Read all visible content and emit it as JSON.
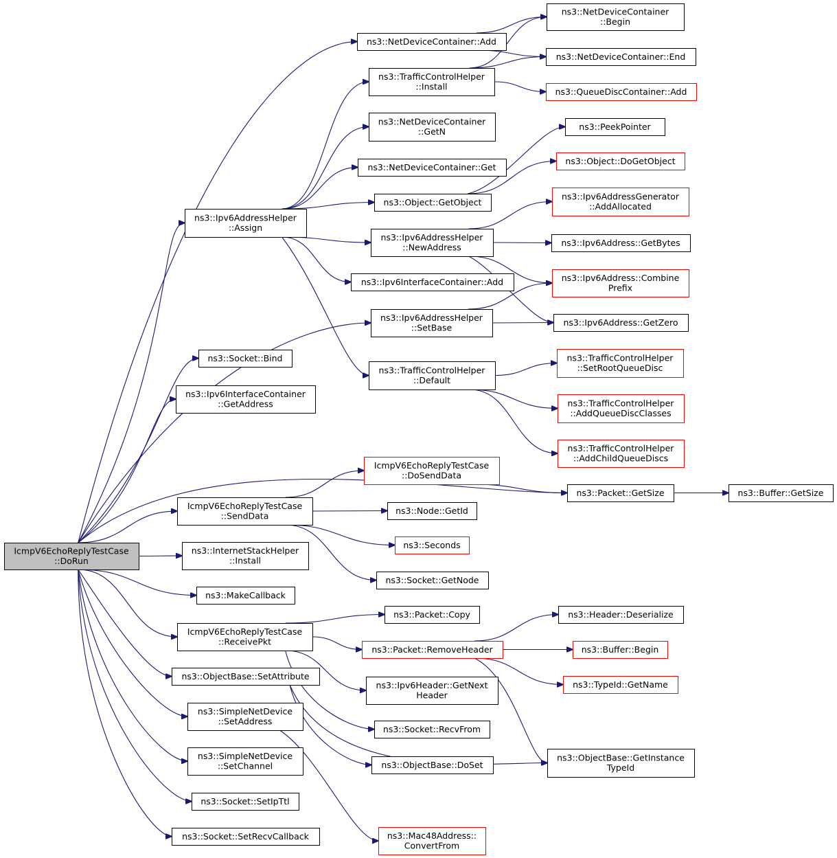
{
  "colors": {
    "edge": "#191970",
    "node_border_normal": "#000000",
    "node_border_incomplete": "#ff0000",
    "root_fill": "#bfbfbf",
    "node_fill": "#ffffff"
  },
  "graph": {
    "root": "dorun",
    "nodes": [
      {
        "id": "dorun",
        "lines": [
          "IcmpV6EchoReplyTestCase",
          "::DoRun"
        ],
        "style": "root"
      },
      {
        "id": "ndc_add",
        "lines": [
          "ns3::NetDeviceContainer::Add"
        ],
        "style": "normal"
      },
      {
        "id": "ndc_begin",
        "lines": [
          "ns3::NetDeviceContainer",
          "::Begin"
        ],
        "style": "normal"
      },
      {
        "id": "ndc_end",
        "lines": [
          "ns3::NetDeviceContainer::End"
        ],
        "style": "normal"
      },
      {
        "id": "tch_install",
        "lines": [
          "ns3::TrafficControlHelper",
          "::Install"
        ],
        "style": "normal"
      },
      {
        "id": "qdc_add",
        "lines": [
          "ns3::QueueDiscContainer::Add"
        ],
        "style": "incomplete"
      },
      {
        "id": "ndc_getn",
        "lines": [
          "ns3::NetDeviceContainer",
          "::GetN"
        ],
        "style": "normal"
      },
      {
        "id": "peekpointer",
        "lines": [
          "ns3::PeekPointer"
        ],
        "style": "normal"
      },
      {
        "id": "ndc_get",
        "lines": [
          "ns3::NetDeviceContainer::Get"
        ],
        "style": "normal"
      },
      {
        "id": "obj_dogetobject",
        "lines": [
          "ns3::Object::DoGetObject"
        ],
        "style": "incomplete"
      },
      {
        "id": "obj_getobject",
        "lines": [
          "ns3::Object::GetObject"
        ],
        "style": "normal"
      },
      {
        "id": "iag_addallocated",
        "lines": [
          "ns3::Ipv6AddressGenerator",
          "::AddAllocated"
        ],
        "style": "incomplete"
      },
      {
        "id": "iah_assign",
        "lines": [
          "ns3::Ipv6AddressHelper",
          "::Assign"
        ],
        "style": "normal"
      },
      {
        "id": "iah_newaddress",
        "lines": [
          "ns3::Ipv6AddressHelper",
          "::NewAddress"
        ],
        "style": "normal"
      },
      {
        "id": "ia_getbytes",
        "lines": [
          "ns3::Ipv6Address::GetBytes"
        ],
        "style": "normal"
      },
      {
        "id": "iic_add",
        "lines": [
          "ns3::Ipv6InterfaceContainer::Add"
        ],
        "style": "normal"
      },
      {
        "id": "ia_combineprefix",
        "lines": [
          "ns3::Ipv6Address::Combine",
          "Prefix"
        ],
        "style": "incomplete"
      },
      {
        "id": "iah_setbase",
        "lines": [
          "ns3::Ipv6AddressHelper",
          "::SetBase"
        ],
        "style": "normal"
      },
      {
        "id": "ia_getzero",
        "lines": [
          "ns3::Ipv6Address::GetZero"
        ],
        "style": "normal"
      },
      {
        "id": "socket_bind",
        "lines": [
          "ns3::Socket::Bind"
        ],
        "style": "normal"
      },
      {
        "id": "tch_setrootqueuedisc",
        "lines": [
          "ns3::TrafficControlHelper",
          "::SetRootQueueDisc"
        ],
        "style": "incomplete"
      },
      {
        "id": "tch_default",
        "lines": [
          "ns3::TrafficControlHelper",
          "::Default"
        ],
        "style": "normal"
      },
      {
        "id": "iic_getaddress",
        "lines": [
          "ns3::Ipv6InterfaceContainer",
          "::GetAddress"
        ],
        "style": "normal"
      },
      {
        "id": "tch_addqueuediscclasses",
        "lines": [
          "ns3::TrafficControlHelper",
          "::AddQueueDiscClasses"
        ],
        "style": "incomplete"
      },
      {
        "id": "tch_addchildqueuediscs",
        "lines": [
          "ns3::TrafficControlHelper",
          "::AddChildQueueDiscs"
        ],
        "style": "incomplete"
      },
      {
        "id": "dosenddata",
        "lines": [
          "IcmpV6EchoReplyTestCase",
          "::DoSendData"
        ],
        "style": "incomplete"
      },
      {
        "id": "packet_getsize",
        "lines": [
          "ns3::Packet::GetSize"
        ],
        "style": "normal"
      },
      {
        "id": "buffer_getsize",
        "lines": [
          "ns3::Buffer::GetSize"
        ],
        "style": "normal"
      },
      {
        "id": "senddata",
        "lines": [
          "IcmpV6EchoReplyTestCase",
          "::SendData"
        ],
        "style": "normal"
      },
      {
        "id": "node_getid",
        "lines": [
          "ns3::Node::GetId"
        ],
        "style": "normal"
      },
      {
        "id": "seconds",
        "lines": [
          "ns3::Seconds"
        ],
        "style": "incomplete"
      },
      {
        "id": "ish_install",
        "lines": [
          "ns3::InternetStackHelper",
          "::Install"
        ],
        "style": "normal"
      },
      {
        "id": "socket_getnode",
        "lines": [
          "ns3::Socket::GetNode"
        ],
        "style": "normal"
      },
      {
        "id": "makecallback",
        "lines": [
          "ns3::MakeCallback"
        ],
        "style": "normal"
      },
      {
        "id": "packet_copy",
        "lines": [
          "ns3::Packet::Copy"
        ],
        "style": "normal"
      },
      {
        "id": "header_deserialize",
        "lines": [
          "ns3::Header::Deserialize"
        ],
        "style": "normal"
      },
      {
        "id": "receivepkt",
        "lines": [
          "IcmpV6EchoReplyTestCase",
          "::ReceivePkt"
        ],
        "style": "normal"
      },
      {
        "id": "packet_removeheader",
        "lines": [
          "ns3::Packet::RemoveHeader"
        ],
        "style": "incomplete"
      },
      {
        "id": "buffer_begin",
        "lines": [
          "ns3::Buffer::Begin"
        ],
        "style": "incomplete"
      },
      {
        "id": "ob_setattribute",
        "lines": [
          "ns3::ObjectBase::SetAttribute"
        ],
        "style": "normal"
      },
      {
        "id": "typeid_getname",
        "lines": [
          "ns3::TypeId::GetName"
        ],
        "style": "incomplete"
      },
      {
        "id": "ih_getnextheader",
        "lines": [
          "ns3::Ipv6Header::GetNext",
          "Header"
        ],
        "style": "normal"
      },
      {
        "id": "snd_setaddress",
        "lines": [
          "ns3::SimpleNetDevice",
          "::SetAddress"
        ],
        "style": "normal"
      },
      {
        "id": "socket_recvfrom",
        "lines": [
          "ns3::Socket::RecvFrom"
        ],
        "style": "normal"
      },
      {
        "id": "snd_setchannel",
        "lines": [
          "ns3::SimpleNetDevice",
          "::SetChannel"
        ],
        "style": "normal"
      },
      {
        "id": "ob_doset",
        "lines": [
          "ns3::ObjectBase::DoSet"
        ],
        "style": "normal"
      },
      {
        "id": "ob_getinstancetypeid",
        "lines": [
          "ns3::ObjectBase::GetInstance",
          "TypeId"
        ],
        "style": "normal"
      },
      {
        "id": "socket_setipttl",
        "lines": [
          "ns3::Socket::SetIpTtl"
        ],
        "style": "normal"
      },
      {
        "id": "mac48_convertfrom",
        "lines": [
          "ns3::Mac48Address::",
          "ConvertFrom"
        ],
        "style": "incomplete"
      },
      {
        "id": "socket_setrecvcallback",
        "lines": [
          "ns3::Socket::SetRecvCallback"
        ],
        "style": "normal"
      }
    ],
    "edges": [
      [
        "dorun",
        "ndc_add"
      ],
      [
        "dorun",
        "iah_assign"
      ],
      [
        "dorun",
        "iah_setbase"
      ],
      [
        "dorun",
        "socket_bind"
      ],
      [
        "dorun",
        "iic_getaddress"
      ],
      [
        "dorun",
        "packet_getsize"
      ],
      [
        "dorun",
        "senddata"
      ],
      [
        "dorun",
        "ish_install"
      ],
      [
        "dorun",
        "makecallback"
      ],
      [
        "dorun",
        "receivepkt"
      ],
      [
        "dorun",
        "ob_setattribute"
      ],
      [
        "dorun",
        "snd_setaddress"
      ],
      [
        "dorun",
        "snd_setchannel"
      ],
      [
        "dorun",
        "socket_setipttl"
      ],
      [
        "dorun",
        "socket_setrecvcallback"
      ],
      [
        "ndc_add",
        "ndc_begin"
      ],
      [
        "ndc_add",
        "ndc_end"
      ],
      [
        "tch_install",
        "ndc_begin"
      ],
      [
        "tch_install",
        "ndc_end"
      ],
      [
        "tch_install",
        "qdc_add"
      ],
      [
        "obj_getobject",
        "peekpointer"
      ],
      [
        "obj_getobject",
        "obj_dogetobject"
      ],
      [
        "iah_assign",
        "tch_install"
      ],
      [
        "iah_assign",
        "ndc_getn"
      ],
      [
        "iah_assign",
        "ndc_get"
      ],
      [
        "iah_assign",
        "obj_getobject"
      ],
      [
        "iah_assign",
        "iah_newaddress"
      ],
      [
        "iah_assign",
        "iic_add"
      ],
      [
        "iah_assign",
        "tch_default"
      ],
      [
        "iah_newaddress",
        "iag_addallocated"
      ],
      [
        "iah_newaddress",
        "ia_getbytes"
      ],
      [
        "iah_newaddress",
        "ia_combineprefix"
      ],
      [
        "iah_newaddress",
        "ia_getzero"
      ],
      [
        "iah_setbase",
        "ia_combineprefix"
      ],
      [
        "iah_setbase",
        "ia_getzero"
      ],
      [
        "tch_default",
        "tch_setrootqueuedisc"
      ],
      [
        "tch_default",
        "tch_addqueuediscclasses"
      ],
      [
        "tch_default",
        "tch_addchildqueuediscs"
      ],
      [
        "dosenddata",
        "packet_getsize"
      ],
      [
        "packet_getsize",
        "buffer_getsize"
      ],
      [
        "senddata",
        "dosenddata"
      ],
      [
        "senddata",
        "node_getid"
      ],
      [
        "senddata",
        "seconds"
      ],
      [
        "senddata",
        "socket_getnode"
      ],
      [
        "receivepkt",
        "packet_copy"
      ],
      [
        "receivepkt",
        "packet_removeheader"
      ],
      [
        "receivepkt",
        "ih_getnextheader"
      ],
      [
        "receivepkt",
        "socket_recvfrom"
      ],
      [
        "packet_removeheader",
        "header_deserialize"
      ],
      [
        "packet_removeheader",
        "buffer_begin"
      ],
      [
        "packet_removeheader",
        "typeid_getname"
      ],
      [
        "packet_removeheader",
        "ob_getinstancetypeid"
      ],
      [
        "ob_setattribute",
        "ob_doset"
      ],
      [
        "ob_setattribute",
        "ob_getinstancetypeid"
      ],
      [
        "snd_setaddress",
        "mac48_convertfrom"
      ]
    ]
  }
}
